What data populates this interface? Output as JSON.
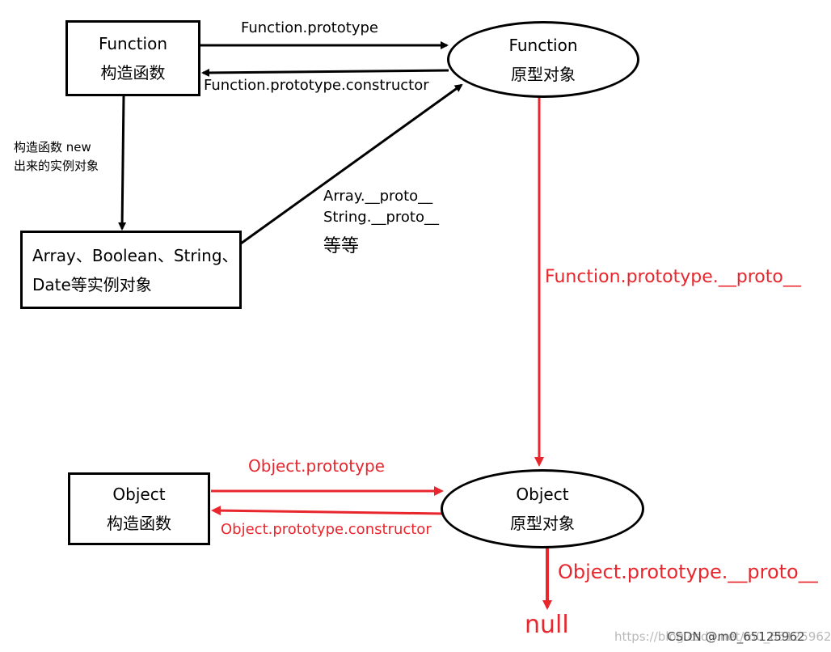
{
  "nodes": {
    "function_constructor": {
      "line1": "Function",
      "line2": "构造函数"
    },
    "function_prototype": {
      "line1": "Function",
      "line2": "原型对象"
    },
    "instances": {
      "line1": "Array、Boolean、String、",
      "line2": "Date等实例对象"
    },
    "object_constructor": {
      "line1": "Object",
      "line2": "构造函数"
    },
    "object_prototype": {
      "line1": "Object",
      "line2": "原型对象"
    },
    "null_label": "null"
  },
  "edges": {
    "function_prototype": "Function.prototype",
    "function_prototype_constructor": "Function.prototype.constructor",
    "new_instance_line1": "构造函数 new",
    "new_instance_line2": "出来的实例对象",
    "proto_line1": "Array.__proto__",
    "proto_line2": "String.__proto__",
    "proto_line3": "等等",
    "function_prototype_proto": "Function.prototype.__proto__",
    "object_prototype": "Object.prototype",
    "object_prototype_constructor": "Object.prototype.constructor",
    "object_prototype_proto": "Object.prototype.__proto__"
  },
  "watermark": "https://blog.csdn.net/m0_65125962",
  "watermark_overlay": "CSDN @m0_65125962",
  "colors": {
    "black": "#000000",
    "red": "#e8262d",
    "background": "#ffffff"
  }
}
